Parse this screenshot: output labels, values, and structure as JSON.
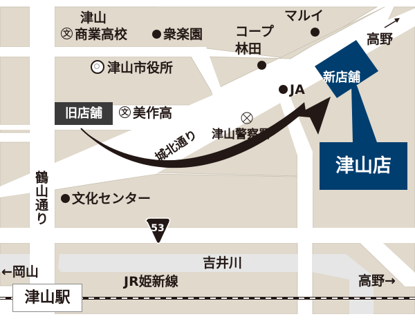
{
  "map": {
    "colors": {
      "block": "#e0d9cc",
      "road": "#ffffff",
      "river": "#e6e6e6",
      "text": "#231815",
      "new_store": "#003e6f",
      "old_store": "#3b3b3b",
      "arrow": "#231815"
    },
    "stores": {
      "old_store_label": "旧店舗",
      "new_store_label": "新店舗",
      "featured_store_label": "津山店"
    },
    "landmarks": {
      "commerce_hs_line1": "津山",
      "commerce_hs_line2": "商業高校",
      "shurakuen": "衆楽園",
      "city_hall": "津山市役所",
      "coop_line1": "コープ",
      "coop_line2": "林田",
      "marui": "マルイ",
      "ja": "JA",
      "mimasaka_hs": "美作高",
      "police": "津山警察署",
      "culture_center": "文化センター",
      "school_symbol": "文"
    },
    "roads": {
      "johoku": "城北通り",
      "tsuruyama": "鶴山通り",
      "route_number": "53"
    },
    "water": {
      "river": "吉井川"
    },
    "rail": {
      "line": "JR姫新線",
      "station": "津山駅"
    },
    "directions": {
      "okayama": "←岡山",
      "takano_top": "高野",
      "takano_top_arrow": "↗",
      "takano_bottom": "高野→"
    }
  }
}
